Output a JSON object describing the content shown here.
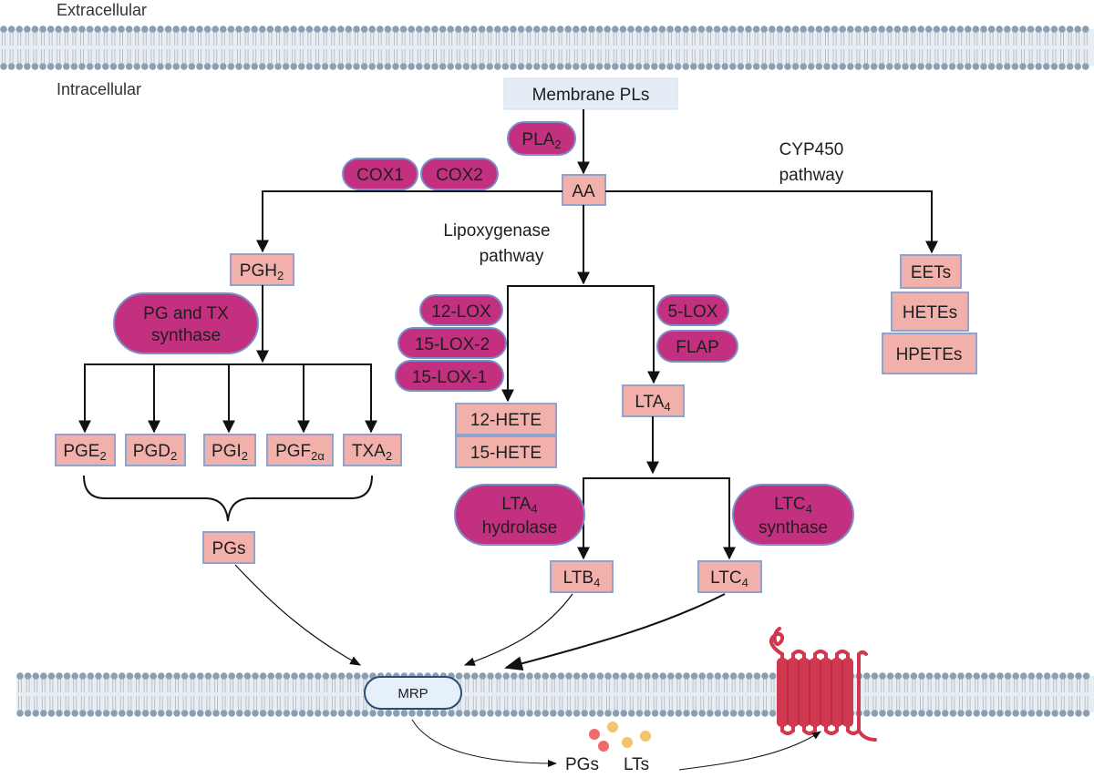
{
  "regions": {
    "extracellular": "Extracellular",
    "intracellular": "Intracellular"
  },
  "source": {
    "membrane_pls": "Membrane PLs"
  },
  "molecules": {
    "aa": "AA",
    "pgh": {
      "base": "PGH",
      "sub": "2"
    },
    "pge": {
      "base": "PGE",
      "sub": "2"
    },
    "pgd": {
      "base": "PGD",
      "sub": "2"
    },
    "pgi": {
      "base": "PGI",
      "sub": "2"
    },
    "pgf": {
      "base": "PGF",
      "sub": "2α"
    },
    "txa": {
      "base": "TXA",
      "sub": "2"
    },
    "pgs": "PGs",
    "hete12": "12-HETE",
    "hete15": "15-HETE",
    "lta": {
      "base": "LTA",
      "sub": "4"
    },
    "ltb": {
      "base": "LTB",
      "sub": "4"
    },
    "ltc": {
      "base": "LTC",
      "sub": "4"
    },
    "eets": "EETs",
    "hetes": "HETEs",
    "hpetes": "HPETEs"
  },
  "enzymes": {
    "pla": {
      "base": "PLA",
      "sub": "2"
    },
    "cox1": "COX1",
    "cox2": "COX2",
    "pg_tx_synthase": [
      "PG and TX",
      "synthase"
    ],
    "lox12": "12-LOX",
    "lox15_2": "15-LOX-2",
    "lox15_1": "15-LOX-1",
    "lox5": "5-LOX",
    "flap": "FLAP",
    "lta4_hydrolase": {
      "line1_base": "LTA",
      "line1_sub": "4",
      "line2": "hydrolase"
    },
    "ltc4_synthase": {
      "line1_base": "LTC",
      "line1_sub": "4",
      "line2": "synthase"
    }
  },
  "pathways": {
    "cyp450": [
      "CYP450",
      "pathway"
    ],
    "lipoxygenase": [
      "Lipoxygenase",
      "pathway"
    ]
  },
  "transport": {
    "mrp": "MRP",
    "pgs_out": "PGs",
    "lts_out": "LTs"
  },
  "colors": {
    "membrane_head": "#8c9fb0",
    "membrane_tail": "#b7c2cc",
    "membrane_fill": "#e8edf2",
    "molecule_fill": "#f2b0aa",
    "molecule_border": "#8ea3cf",
    "enzyme_fill": "#c2307f",
    "enzyme_border": "#7b8fc9",
    "source_fill": "#e4ecf6",
    "mrp_fill": "#e6f0fb",
    "mrp_border": "#2c4d73",
    "receptor": "#d0384f",
    "dot_red": "#ef6a6a",
    "dot_yellow": "#f4c46a",
    "arrow": "#111111"
  }
}
